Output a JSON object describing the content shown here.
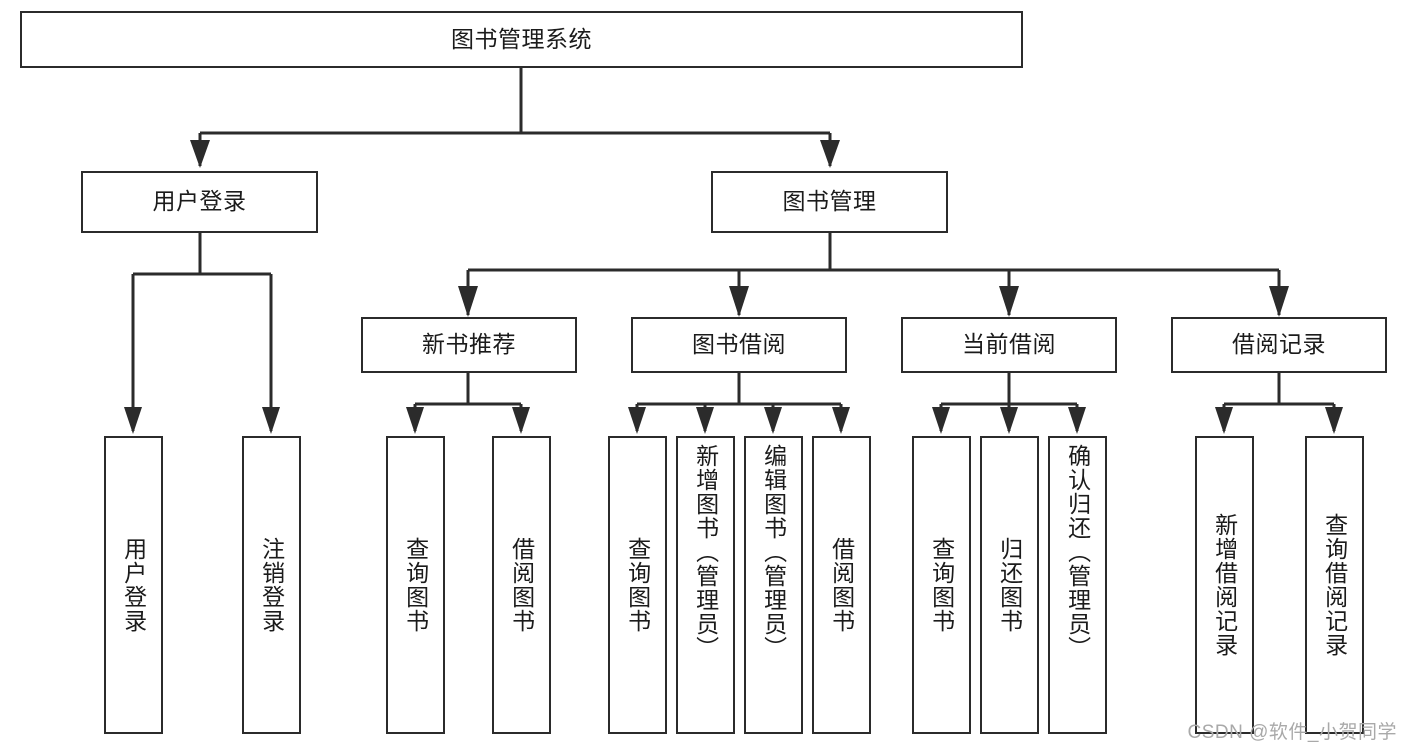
{
  "diagram": {
    "type": "tree-hierarchy-flowchart",
    "root": {
      "id": "root",
      "label": "图书管理系统"
    },
    "level1": [
      {
        "id": "user-login",
        "label": "用户登录"
      },
      {
        "id": "book-manage",
        "label": "图书管理"
      }
    ],
    "level2": [
      {
        "id": "new-book-recommend",
        "label": "新书推荐",
        "parent": "book-manage"
      },
      {
        "id": "book-borrow",
        "label": "图书借阅",
        "parent": "book-manage"
      },
      {
        "id": "current-borrow",
        "label": "当前借阅",
        "parent": "book-manage"
      },
      {
        "id": "borrow-record",
        "label": "借阅记录",
        "parent": "book-manage"
      }
    ],
    "leaves": {
      "user_login": [
        {
          "id": "leaf-user-login",
          "label": "用户登录"
        },
        {
          "id": "leaf-logout-login",
          "label": "注销登录"
        }
      ],
      "new_book_recommend": [
        {
          "id": "leaf-query-book-1",
          "label": "查询图书"
        },
        {
          "id": "leaf-borrow-book-1",
          "label": "借阅图书"
        }
      ],
      "book_borrow": [
        {
          "id": "leaf-query-book-2",
          "label": "查询图书"
        },
        {
          "id": "leaf-add-book",
          "label": "新增图书（管理员）"
        },
        {
          "id": "leaf-edit-book",
          "label": "编辑图书（管理员）"
        },
        {
          "id": "leaf-borrow-book-2",
          "label": "借阅图书"
        }
      ],
      "current_borrow": [
        {
          "id": "leaf-query-book-3",
          "label": "查询图书"
        },
        {
          "id": "leaf-return-book",
          "label": "归还图书"
        },
        {
          "id": "leaf-confirm-return",
          "label": "确认归还（管理员）"
        }
      ],
      "borrow_record": [
        {
          "id": "leaf-add-record",
          "label": "新增借阅记录"
        },
        {
          "id": "leaf-query-record",
          "label": "查询借阅记录"
        }
      ]
    }
  },
  "watermark": {
    "text": "CSDN @软件_小贺同学"
  },
  "colors": {
    "stroke": "#2b2b2b",
    "box_fill": "#ffffff",
    "text": "#1b1b1b",
    "watermark": "#a9a9a9",
    "background": "#ffffff"
  }
}
